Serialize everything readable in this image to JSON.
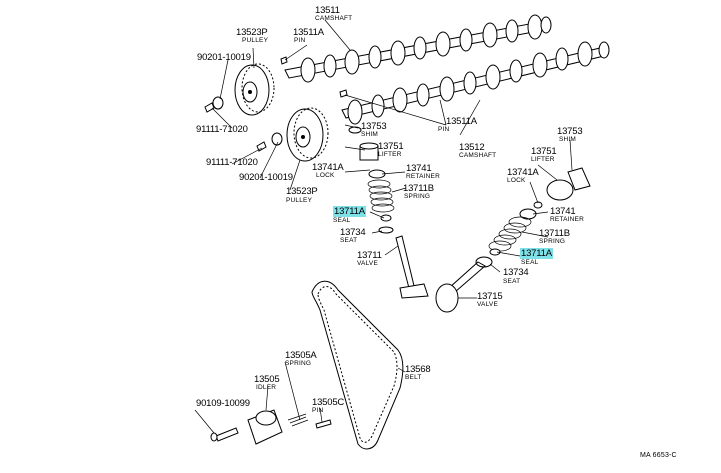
{
  "diagram": {
    "colors": {
      "highlight": "#7fe1e8",
      "ink": "#000000",
      "background": "#ffffff"
    },
    "labels": [
      {
        "id": "camshaft-1-num",
        "text": "13511"
      },
      {
        "id": "camshaft-1-name",
        "text": "CAMSHAFT"
      },
      {
        "id": "pulley-1-num",
        "text": "13523P"
      },
      {
        "id": "pulley-1-name",
        "text": "PULLEY"
      },
      {
        "id": "pin-1-num",
        "text": "13511A"
      },
      {
        "id": "pin-1-name",
        "text": "PIN"
      },
      {
        "id": "bolt-1-num",
        "text": "90201-10019"
      },
      {
        "id": "bolt-2-num",
        "text": "91111-71020"
      },
      {
        "id": "shim-1-num",
        "text": "13753"
      },
      {
        "id": "shim-1-name",
        "text": "SHIM"
      },
      {
        "id": "lifter-1-num",
        "text": "13751"
      },
      {
        "id": "lifter-1-name",
        "text": "LIFTER"
      },
      {
        "id": "pin-2-num",
        "text": "13511A"
      },
      {
        "id": "pin-2-name",
        "text": "PIN"
      },
      {
        "id": "camshaft-2-num",
        "text": "13512"
      },
      {
        "id": "camshaft-2-name",
        "text": "CAMSHAFT"
      },
      {
        "id": "bolt-3-num",
        "text": "91111-71020"
      },
      {
        "id": "lock-1-num",
        "text": "13741A"
      },
      {
        "id": "lock-1-name",
        "text": "LOCK"
      },
      {
        "id": "retainer-1-num",
        "text": "13741"
      },
      {
        "id": "retainer-1-name",
        "text": "RETAINER"
      },
      {
        "id": "bolt-4-num",
        "text": "90201-10019"
      },
      {
        "id": "spring-1-num",
        "text": "13711B"
      },
      {
        "id": "spring-1-name",
        "text": "SPRING"
      },
      {
        "id": "pulley-2-num",
        "text": "13523P"
      },
      {
        "id": "pulley-2-name",
        "text": "PULLEY"
      },
      {
        "id": "seal-1-num",
        "text": "13711A"
      },
      {
        "id": "seal-1-name",
        "text": "SEAL"
      },
      {
        "id": "seat-1-num",
        "text": "13734"
      },
      {
        "id": "seat-1-name",
        "text": "SEAT"
      },
      {
        "id": "valve-1-num",
        "text": "13711"
      },
      {
        "id": "valve-1-name",
        "text": "VALVE"
      },
      {
        "id": "shim-2-num",
        "text": "13753"
      },
      {
        "id": "shim-2-name",
        "text": "SHIM"
      },
      {
        "id": "lifter-2-num",
        "text": "13751"
      },
      {
        "id": "lifter-2-name",
        "text": "LIFTER"
      },
      {
        "id": "lock-2-num",
        "text": "13741A"
      },
      {
        "id": "lock-2-name",
        "text": "LOCK"
      },
      {
        "id": "retainer-2-num",
        "text": "13741"
      },
      {
        "id": "retainer-2-name",
        "text": "RETAINER"
      },
      {
        "id": "spring-2-num",
        "text": "13711B"
      },
      {
        "id": "spring-2-name",
        "text": "SPRING"
      },
      {
        "id": "seal-2-num",
        "text": "13711A"
      },
      {
        "id": "seal-2-name",
        "text": "SEAL"
      },
      {
        "id": "seat-2-num",
        "text": "13734"
      },
      {
        "id": "seat-2-name",
        "text": "SEAT"
      },
      {
        "id": "valve-2-num",
        "text": "13715"
      },
      {
        "id": "valve-2-name",
        "text": "VALVE"
      },
      {
        "id": "spring-3-num",
        "text": "13505A"
      },
      {
        "id": "spring-3-name",
        "text": "SPRING"
      },
      {
        "id": "belt-num",
        "text": "13568"
      },
      {
        "id": "belt-name",
        "text": "BELT"
      },
      {
        "id": "idler-num",
        "text": "13505"
      },
      {
        "id": "idler-name",
        "text": "IDLER"
      },
      {
        "id": "bolt-5-num",
        "text": "90109-10099"
      },
      {
        "id": "pin-3-num",
        "text": "13505C"
      },
      {
        "id": "pin-3-name",
        "text": "PIN"
      },
      {
        "id": "figure-code",
        "text": "MA 6653-C"
      }
    ]
  }
}
